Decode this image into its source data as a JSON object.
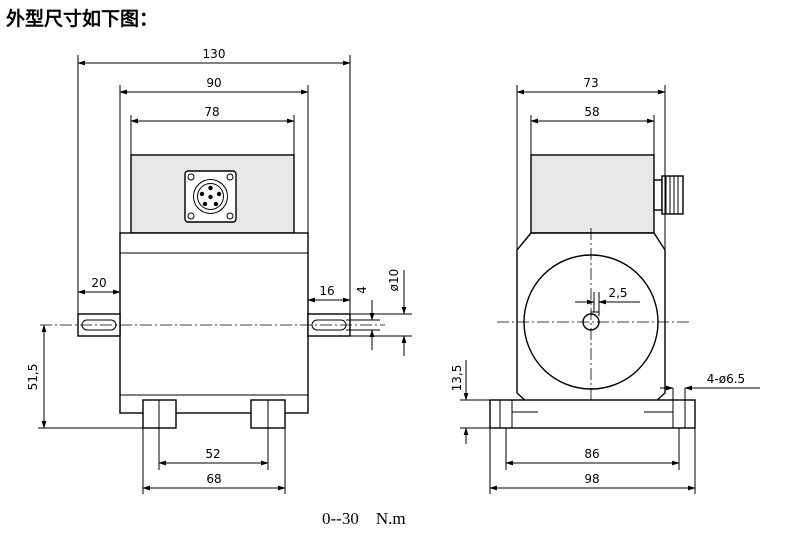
{
  "heading": "外型尺寸如下图：",
  "caption": "0--30    N.m",
  "front_view": {
    "dim_overall_width": "130",
    "dim_body_width": "90",
    "dim_top_width": "78",
    "dim_left_shaft": "20",
    "dim_right_shaft": "16",
    "dim_key_width": "4",
    "dim_shaft_diameter": "ø10",
    "dim_axis_height": "51,5",
    "dim_foot_inner": "52",
    "dim_foot_outer": "68"
  },
  "side_view": {
    "dim_overall_width": "73",
    "dim_top_width": "58",
    "dim_key_offset": "2,5",
    "dim_mount_holes": "4-ø6.5",
    "dim_base_height": "13,5",
    "dim_hole_spacing": "86",
    "dim_base_width": "98"
  }
}
